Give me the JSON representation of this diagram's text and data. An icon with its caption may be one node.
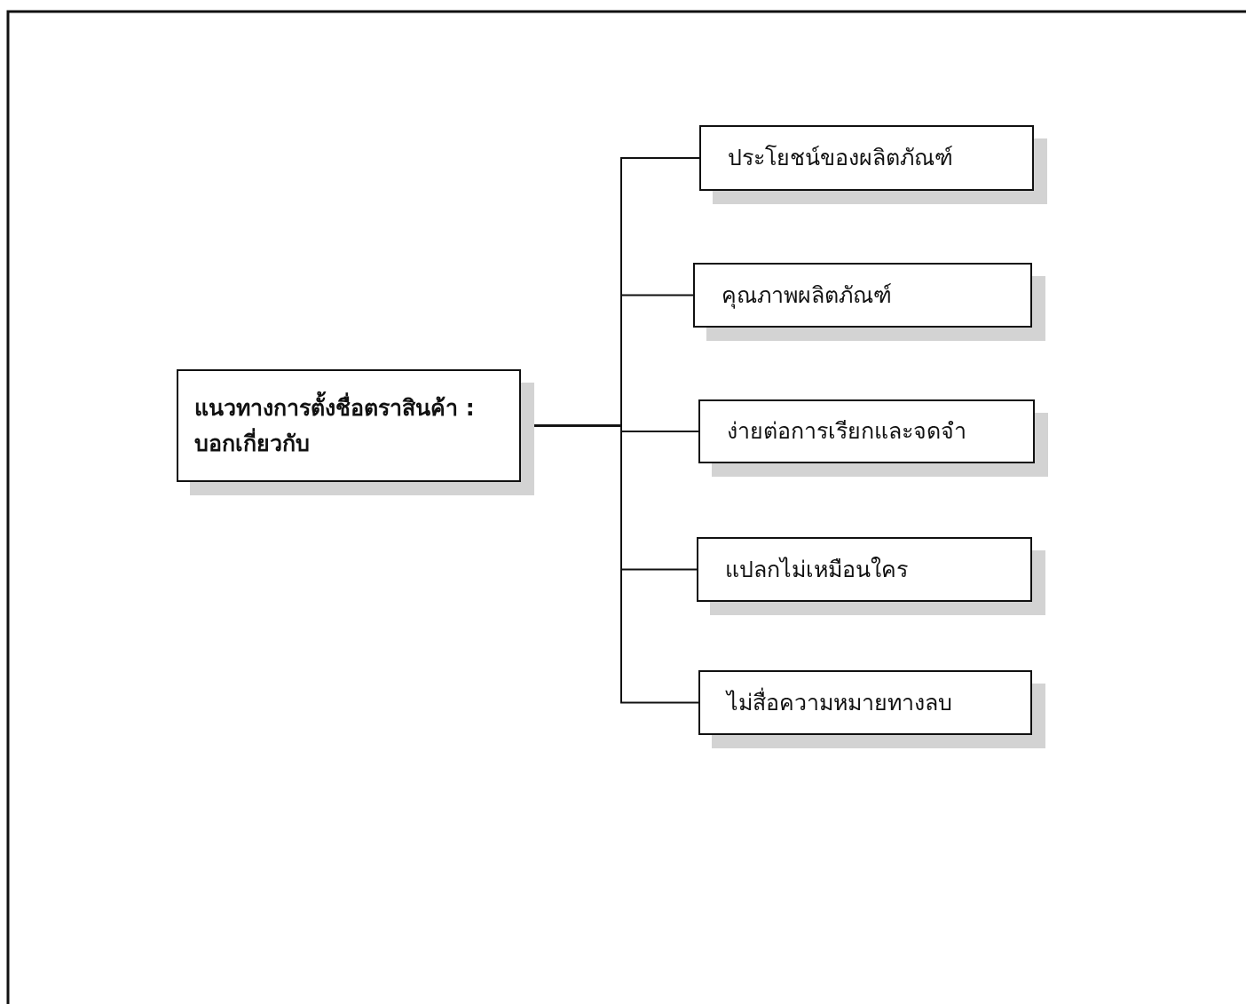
{
  "diagram": {
    "nodes": [
      {
        "text": [
          "แนวทางการตั้งชื่อตราสินค้า : บอกเกี่ยวกับ"
        ]
      },
      {
        "text": [
          "ประโยชน์ของผลิตภัณฑ์"
        ]
      },
      {
        "text": [
          "คุณภาพผลิตภัณฑ์"
        ]
      },
      {
        "text": [
          "ง่ายต่อการเรียกและจดจำ"
        ]
      },
      {
        "text": [
          "แปลกไม่เหมือนใคร"
        ]
      },
      {
        "text": [
          "ไม่สื่อความหมายทางลบ"
        ]
      }
    ],
    "edges": [
      {
        "from": 0,
        "to": 1,
        "arrow": "none"
      },
      {
        "from": 0,
        "to": 2,
        "arrow": "none"
      },
      {
        "from": 0,
        "to": 3,
        "arrow": "none"
      },
      {
        "from": 0,
        "to": 4,
        "arrow": "none"
      },
      {
        "from": 0,
        "to": 5,
        "arrow": "none"
      }
    ]
  }
}
